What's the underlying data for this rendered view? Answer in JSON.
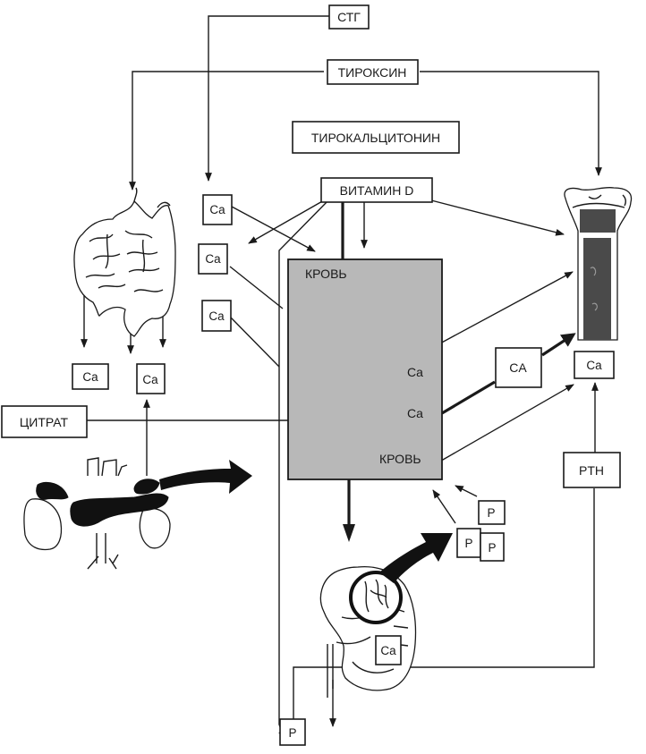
{
  "title": "Calcium–phosphorus metabolism regulation scheme",
  "hormones": {
    "stg": "СТГ",
    "thyroxine": "ТИРОКСИН",
    "thyrocalcitonin": "ТИРОКАЛЬЦИТОНИН",
    "vitamin_d": "ВИТАМИН D",
    "ca_box": "CA",
    "pth": "PTH"
  },
  "blood": {
    "label_top": "КРОВЬ",
    "ca_1": "Ca",
    "ca_2": "Ca",
    "label_bottom": "КРОВЬ"
  },
  "left_ca_boxes": [
    "Ca",
    "Ca",
    "Ca"
  ],
  "intestine_ca_boxes": [
    "Ca",
    "Ca"
  ],
  "citrate": "ЦИТРАТ",
  "bone_ca": "Ca",
  "kidney_ca": "Ca",
  "phosphate_boxes": [
    "P",
    "P",
    "P"
  ],
  "excreted_phosphate": "P",
  "organs": {
    "intestine": "intestine",
    "pancreas": "pancreas-kidneys",
    "kidney": "kidney-nephron",
    "bone": "long-bone"
  },
  "colors": {
    "blood_fill": "#b8b8b8",
    "ink": "#1a1a1a",
    "marrow": "#4a4a4a"
  }
}
